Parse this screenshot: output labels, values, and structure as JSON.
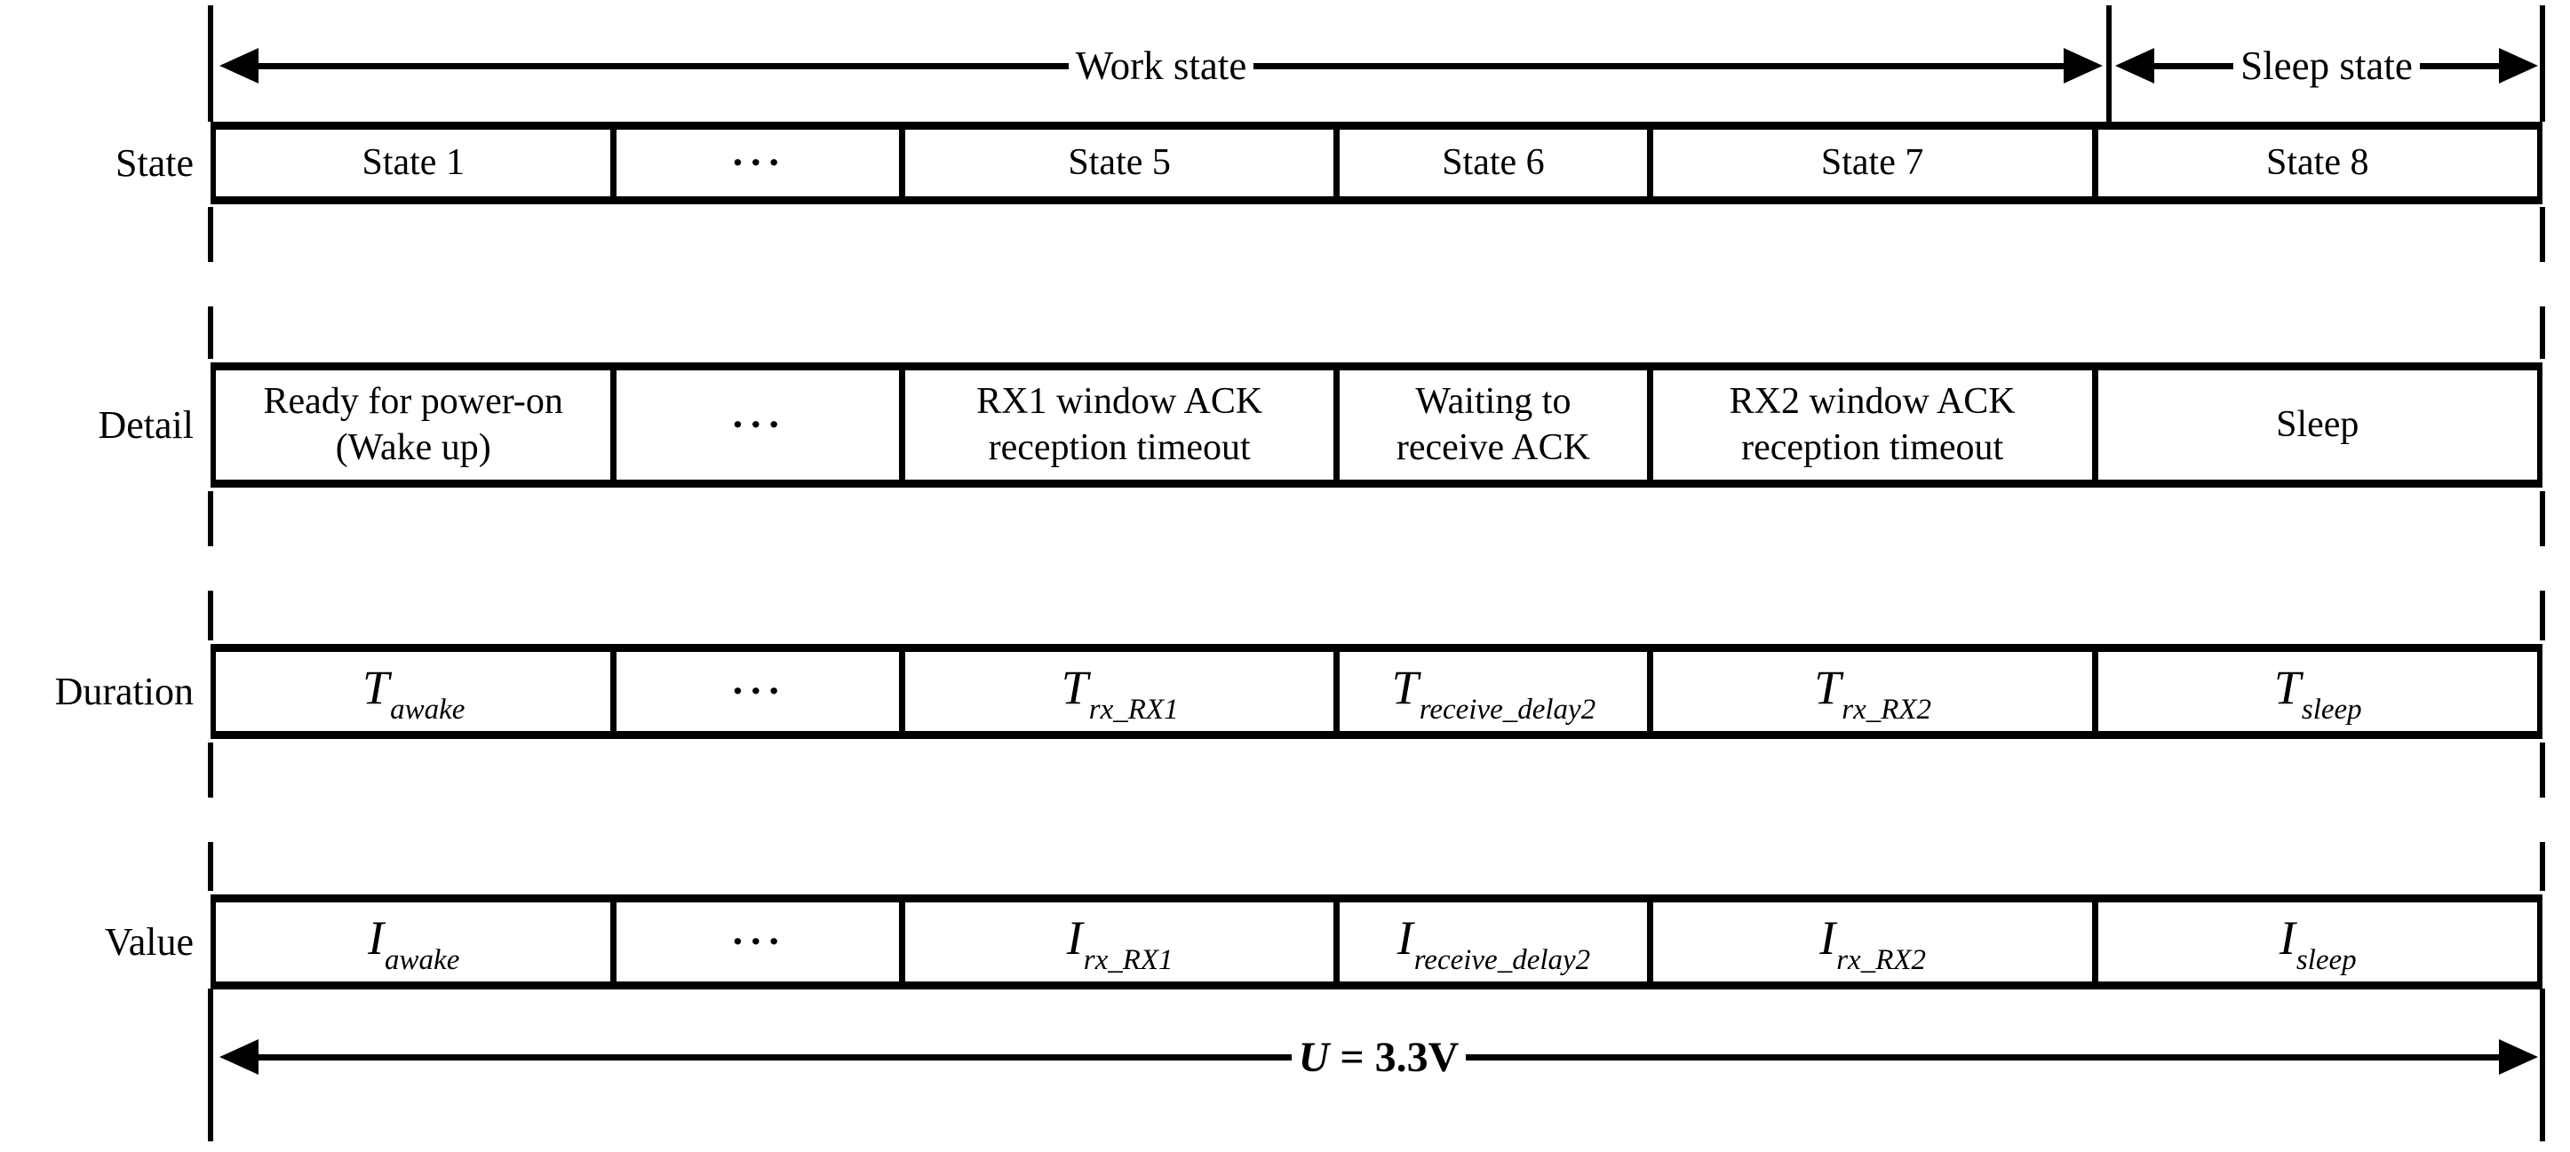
{
  "colors": {
    "ink": "#000000",
    "background": "#ffffff"
  },
  "header": {
    "work_state_label": "Work state",
    "sleep_state_label": "Sleep state"
  },
  "row_labels": {
    "state": "State",
    "detail": "Detail",
    "duration": "Duration",
    "value": "Value"
  },
  "state_row": [
    "State 1",
    "···",
    "State 5",
    "State 6",
    "State 7",
    "State 8"
  ],
  "detail_row": [
    {
      "line1": "Ready for power-on",
      "line2": "(Wake up)"
    },
    {
      "line1": "···",
      "line2": ""
    },
    {
      "line1": "RX1 window ACK",
      "line2": "reception timeout"
    },
    {
      "line1": "Waiting to",
      "line2": "receive ACK"
    },
    {
      "line1": "RX2 window ACK",
      "line2": "reception timeout"
    },
    {
      "line1": "Sleep",
      "line2": ""
    }
  ],
  "duration_row": [
    {
      "base": "T",
      "sub": "awake"
    },
    {
      "base": "···",
      "sub": ""
    },
    {
      "base": "T",
      "sub": "rx_RX1"
    },
    {
      "base": "T",
      "sub": "receive_delay2"
    },
    {
      "base": "T",
      "sub": "rx_RX2"
    },
    {
      "base": "T",
      "sub": "sleep"
    }
  ],
  "value_row": [
    {
      "base": "I",
      "sub": "awake"
    },
    {
      "base": "···",
      "sub": ""
    },
    {
      "base": "I",
      "sub": "rx_RX1"
    },
    {
      "base": "I",
      "sub": "receive_delay2"
    },
    {
      "base": "I",
      "sub": "rx_RX2"
    },
    {
      "base": "I",
      "sub": "sleep"
    }
  ],
  "footer": {
    "voltage_symbol": "U",
    "voltage_value": " = 3.3V"
  }
}
